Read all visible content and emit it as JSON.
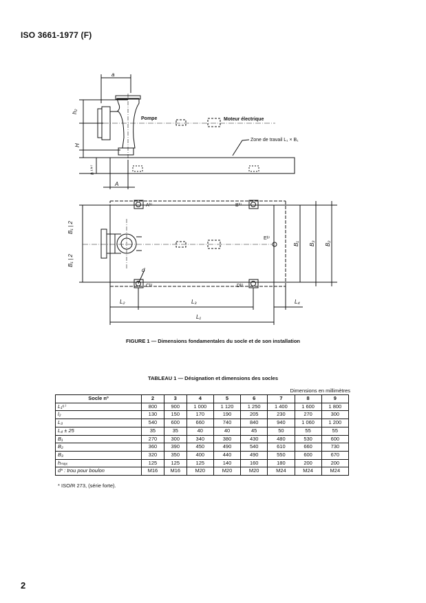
{
  "header": {
    "title": "ISO 3661-1977 (F)"
  },
  "figure": {
    "label_pump": "Pompe",
    "label_motor": "Moteur électrique",
    "label_zone": "Zone de travail L₁ × B₁",
    "dim_a": "a",
    "dim_h2": "h₂",
    "dim_H": "H",
    "dim_h": "h ¹⁾⁴⁾",
    "dim_A": "A",
    "mark_A": "Aᵇ⁾",
    "mark_B": "Bᵇ⁾",
    "mark_C": "Cᵇ⁾",
    "mark_D": "Dᵇ⁾",
    "mark_E": "Eᵇ⁾",
    "dim_d": "d",
    "dim_B1_half_top": "B₁ | 2",
    "dim_B1_half_bottom": "B₁ | 2",
    "dim_B1": "B₁",
    "dim_B3": "B₃",
    "dim_B2": "B₂",
    "dim_L2": "L₂",
    "dim_L3": "L₃",
    "dim_L4": "L₄",
    "dim_L1": "L₁",
    "caption": "FIGURE 1 — Dimensions fondamentales du socle et de son installation"
  },
  "table": {
    "title": "TABLEAU 1 — Désignation et dimensions des socles",
    "units": "Dimensions en millimètres",
    "header_label": "Socle nº",
    "columns": [
      "2",
      "3",
      "4",
      "5",
      "6",
      "7",
      "8",
      "9"
    ],
    "rows": [
      {
        "label": "L₁⁶⁾",
        "values": [
          "800",
          "900",
          "1 000",
          "1 120",
          "1 250",
          "1 400",
          "1 600",
          "1 800"
        ]
      },
      {
        "label": "l₂",
        "values": [
          "130",
          "150",
          "170",
          "190",
          "205",
          "230",
          "270",
          "300"
        ]
      },
      {
        "label": "L₃",
        "values": [
          "540",
          "600",
          "660",
          "740",
          "840",
          "940",
          "1 060",
          "1 200"
        ]
      },
      {
        "label": "L₄ ± 25",
        "values": [
          "35",
          "35",
          "40",
          "40",
          "45",
          "50",
          "55",
          "55"
        ]
      },
      {
        "label": "B₁",
        "values": [
          "270",
          "300",
          "340",
          "380",
          "430",
          "480",
          "530",
          "600"
        ]
      },
      {
        "label": "B₂",
        "values": [
          "360",
          "390",
          "450",
          "490",
          "540",
          "610",
          "660",
          "730"
        ]
      },
      {
        "label": "B₃",
        "values": [
          "320",
          "350",
          "400",
          "440",
          "490",
          "550",
          "600",
          "670"
        ]
      },
      {
        "label": "hₘₐₓ",
        "values": [
          "125",
          "125",
          "125",
          "140",
          "160",
          "180",
          "200",
          "200"
        ]
      },
      {
        "label": "d* : trou pour boulon",
        "values": [
          "M16",
          "M16",
          "M20",
          "M20",
          "M20",
          "M24",
          "M24",
          "M24"
        ]
      }
    ],
    "footnote": "* ISO/R 273, (série forte)."
  },
  "page_number": "2"
}
